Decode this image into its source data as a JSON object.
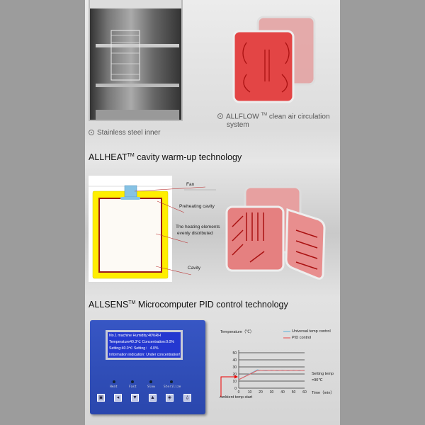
{
  "captions": {
    "stainless": "Stainless steel inner",
    "allflow_line1": "ALLFLOW",
    "allflow_tm": "TM",
    "allflow_rest": " clean air circulation",
    "allflow_line2": "system"
  },
  "sections": {
    "allheat_name": "ALLHEAT",
    "allheat_tm": "TM",
    "allheat_rest": " cavity warm-up technology",
    "allsens_name": "ALLSENS",
    "allsens_tm": "TM",
    "allsens_rest": " Microcomputer PID control technology"
  },
  "allheat_diagram": {
    "labels": [
      "Fan",
      "Preheating cavity",
      "The heating elements",
      "evenly distributed",
      "Cavity"
    ]
  },
  "control_panel": {
    "lcd_lines": [
      "No.1 machine      Humidity:40%RH",
      "Temperature40.3℃    Concentration:0.0%",
      "Setting:40.0℃        Setting： 4.0%",
      "Information indication: Under concentration!"
    ],
    "indicators": [
      "Heat",
      "Fast",
      "Slow",
      "Sterilize"
    ],
    "keys": [
      "menu",
      "volume",
      "down",
      "up",
      "sound",
      "alarm"
    ]
  },
  "chart_data": {
    "type": "line",
    "ylabel": "Temperature（℃）",
    "xlabel": "Time（min）",
    "x_ticks": [
      0,
      10,
      20,
      30,
      40,
      50,
      60
    ],
    "y_ticks": [
      0,
      10,
      20,
      30,
      40,
      50
    ],
    "xlim": [
      0,
      60
    ],
    "ylim": [
      0,
      50
    ],
    "grid": true,
    "legend_position": "top-right",
    "annotations": [
      "Setting temp",
      "=90℃",
      "Ambient temp start"
    ],
    "series": [
      {
        "name": "Universal temp control",
        "color": "#6fb8d8",
        "x": [
          0,
          17,
          20,
          25,
          30,
          35,
          40,
          45,
          50,
          55,
          60
        ],
        "y": [
          12,
          26,
          25,
          24.5,
          25.5,
          24.5,
          25.5,
          24.5,
          25.5,
          24.5,
          25.5
        ]
      },
      {
        "name": "PID control",
        "color": "#e86060",
        "x": [
          0,
          17,
          20,
          60
        ],
        "y": [
          12,
          25,
          25,
          25
        ]
      }
    ]
  }
}
